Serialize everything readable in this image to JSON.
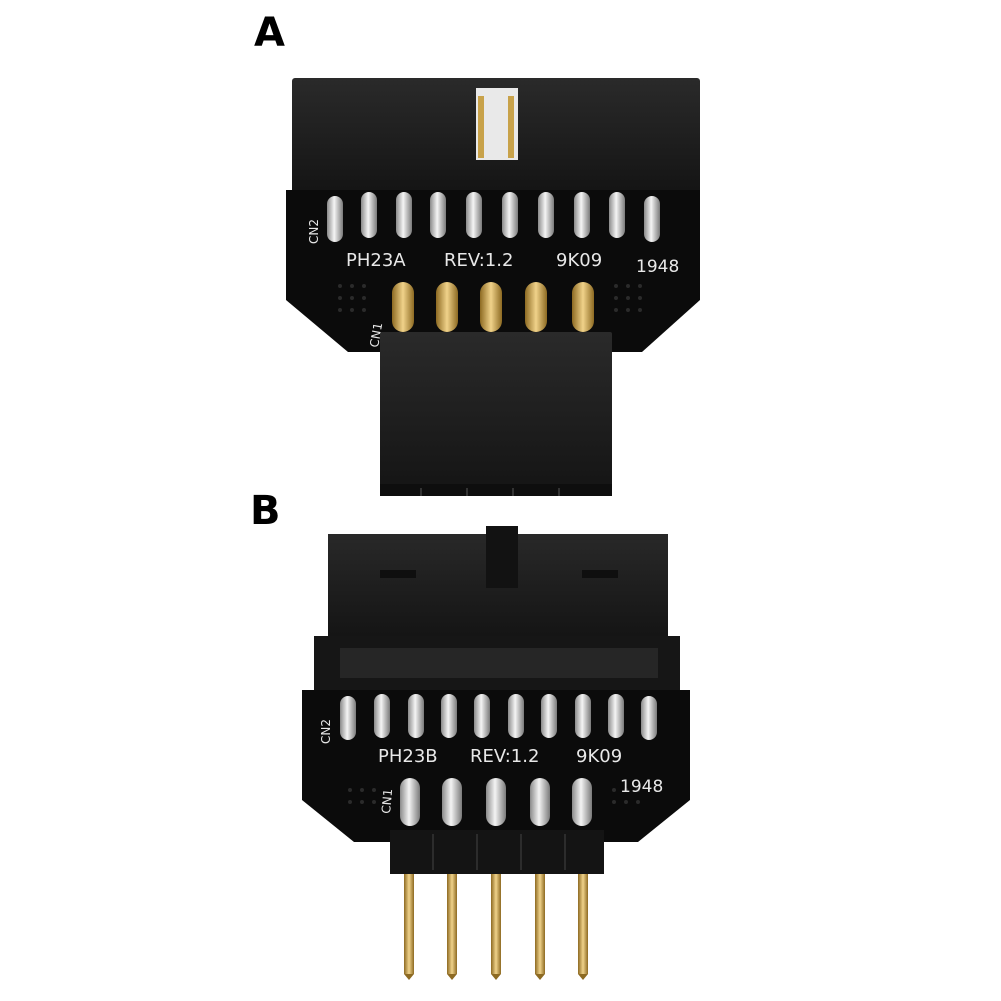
{
  "panel_a": {
    "letter": "A",
    "cn2": "CN2",
    "cn1": "CN1",
    "model": "PH23A",
    "rev": "REV:1.2",
    "code": "9K09",
    "date": "1948"
  },
  "panel_b": {
    "letter": "B",
    "cn2": "CN2",
    "cn1": "CN1",
    "model": "PH23B",
    "rev": "REV:1.2",
    "code": "9K09",
    "date": "1948"
  },
  "colors": {
    "board": "#0c0c0c",
    "housing": "#1c1c1c",
    "pin_silver": "#d9d9d9",
    "pin_gold": "#c9952b",
    "silkscreen": "#e8e8e8"
  }
}
